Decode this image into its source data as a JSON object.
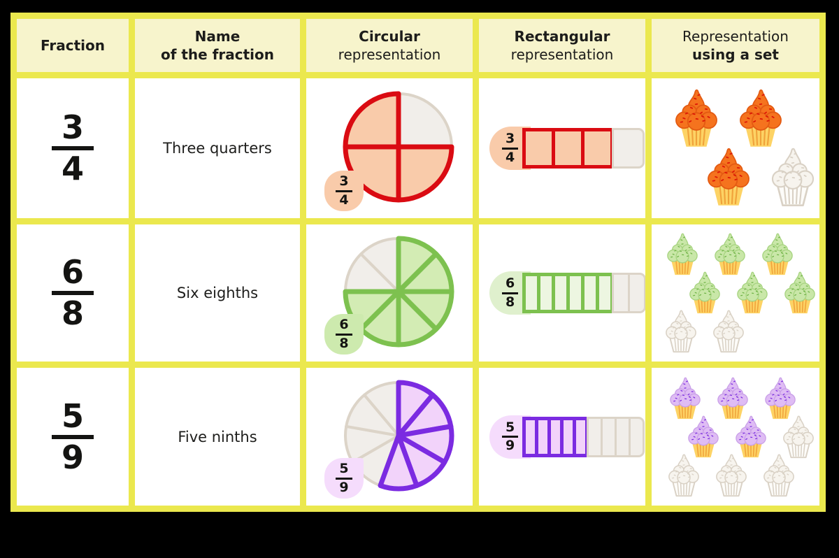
{
  "page": {
    "background": "#000000"
  },
  "table": {
    "border_color": "#ebe84e",
    "header_bg": "#f7f4cc",
    "cell_bg": "#ffffff",
    "text_color": "#1d1d1b",
    "gray": {
      "fill": "#f1eeea",
      "stroke": "#dcd4c8"
    },
    "gray_cupcake": {
      "frosting": "#f7f4ee",
      "crease": "#d9d1c5",
      "sprinkle": "#d9d1c5",
      "cup": "#fdfcf9",
      "cup_stripe": "#d9d1c5",
      "outline": "#d9d1c5"
    },
    "headers": [
      {
        "lines": [
          {
            "text": "Fraction",
            "bold": true
          }
        ]
      },
      {
        "lines": [
          {
            "text": "Name",
            "bold": true
          },
          {
            "text": "of the fraction",
            "bold": true
          }
        ]
      },
      {
        "lines": [
          {
            "text": "Circular",
            "bold": true
          },
          {
            "text": "representation",
            "bold": false
          }
        ]
      },
      {
        "lines": [
          {
            "text": "Rectangular",
            "bold": true
          },
          {
            "text": "representation",
            "bold": false
          }
        ]
      },
      {
        "lines": [
          {
            "text": "Representation",
            "bold": false
          },
          {
            "text": "using a set",
            "bold": true
          }
        ]
      }
    ],
    "rows": [
      {
        "fraction": {
          "numerator": "3",
          "denominator": "4"
        },
        "name": "Three quarters",
        "accent": {
          "stroke": "#da0b12",
          "fill": "#f9cbaa",
          "badge": "#f9cbaa",
          "pill": "#f9cbaa",
          "segment": "#f9cbaa"
        },
        "circular": {
          "total_parts": 4,
          "shaded_parts": 3,
          "pattern": [
            0,
            1,
            1,
            1
          ]
        },
        "rectangular": {
          "total_parts": 4,
          "shaded_parts": 3
        },
        "set": {
          "total": 4,
          "shaded": 3,
          "size": 88,
          "line_overlap": -4,
          "cupcake": {
            "frosting": "#f5731e",
            "crease": "#e35a12",
            "sprinkle": "#dd1606",
            "cup": "#fdd365",
            "cup_stripe": "#f0a23a"
          },
          "lines": [
            {
              "offset": 12,
              "items": [
                1,
                1
              ]
            },
            {
              "offset": 58,
              "items": [
                1,
                0
              ]
            }
          ]
        }
      },
      {
        "fraction": {
          "numerator": "6",
          "denominator": "8"
        },
        "name": "Six eighths",
        "accent": {
          "stroke": "#7dc14f",
          "fill": "#d3ecb4",
          "badge": "#cdeaae",
          "pill": "#dff0cd",
          "segment": "#edf6e1"
        },
        "circular": {
          "total_parts": 8,
          "shaded_parts": 6,
          "pattern": [
            1,
            1,
            1,
            1,
            1,
            1,
            0,
            0
          ]
        },
        "rectangular": {
          "total_parts": 8,
          "shaded_parts": 6
        },
        "set": {
          "total": 8,
          "shaded": 6,
          "size": 64,
          "line_overlap": -9,
          "cupcake": {
            "frosting": "#c9e7a8",
            "crease": "#a6d37f",
            "sprinkle": "#6fb347",
            "cup": "#fdd365",
            "cup_stripe": "#f0a23a"
          },
          "lines": [
            {
              "offset": 4,
              "items": [
                1,
                1,
                1
              ]
            },
            {
              "offset": 36,
              "items": [
                1,
                1,
                1
              ]
            },
            {
              "offset": 2,
              "items": [
                0,
                0
              ]
            }
          ]
        }
      },
      {
        "fraction": {
          "numerator": "5",
          "denominator": "9"
        },
        "name": "Five ninths",
        "accent": {
          "stroke": "#7b2be1",
          "fill": "#f2d3fa",
          "badge": "#f5dcfc",
          "pill": "#f5dcfc",
          "segment": "#f2d3fa"
        },
        "circular": {
          "total_parts": 9,
          "shaded_parts": 5,
          "pattern": [
            1,
            1,
            1,
            1,
            1,
            0,
            0,
            0,
            0
          ]
        },
        "rectangular": {
          "total_parts": 9,
          "shaded_parts": 5
        },
        "set": {
          "total": 9,
          "shaded": 5,
          "size": 64,
          "line_overlap": -9,
          "cupcake": {
            "frosting": "#dfbcf4",
            "crease": "#c9a0e8",
            "sprinkle": "#7d2ee0",
            "cup": "#fdd365",
            "cup_stripe": "#f0a23a"
          },
          "lines": [
            {
              "offset": 8,
              "items": [
                1,
                1,
                1
              ]
            },
            {
              "offset": 34,
              "items": [
                1,
                1,
                0
              ]
            },
            {
              "offset": 6,
              "items": [
                0,
                0,
                0
              ]
            }
          ]
        }
      }
    ]
  }
}
